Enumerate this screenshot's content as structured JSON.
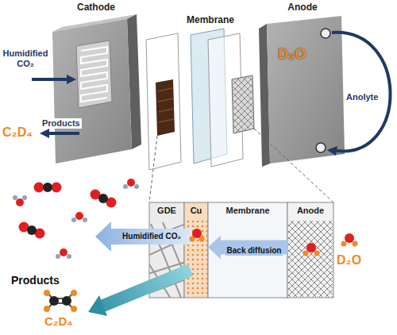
{
  "diagram": {
    "nodes": [
      {
        "text": [
          "Cathode"
        ]
      },
      {
        "text": [
          "Membrane"
        ]
      },
      {
        "text": [
          "Anode"
        ]
      },
      {
        "text": [
          "GDE"
        ]
      },
      {
        "text": [
          "Cu"
        ]
      },
      {
        "text": [
          "Membrane"
        ]
      },
      {
        "text": [
          "Anode"
        ]
      }
    ],
    "edges": [
      {
        "from": 6,
        "to": 4,
        "label": "Back diffusion",
        "arrow": "to"
      }
    ],
    "labels": [
      "Humidified CO₂",
      "Products",
      "C₂D₄",
      "D₂O",
      "Anolyte",
      "Humidified CO₂",
      "D₂O",
      "Products",
      "C₂D₄"
    ]
  }
}
